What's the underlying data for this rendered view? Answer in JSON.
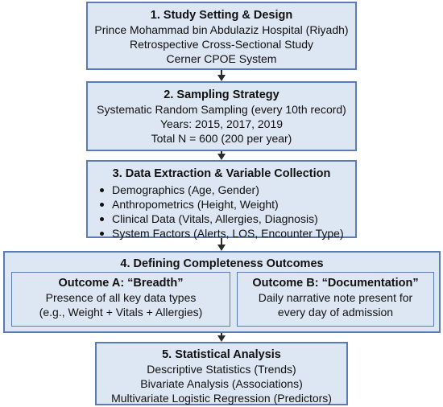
{
  "steps": {
    "s1": {
      "title": "1. Study Setting & Design",
      "lines": [
        "Prince Mohammad bin Abdulaziz Hospital (Riyadh)",
        "Retrospective Cross-Sectional Study",
        "Cerner CPOE System"
      ]
    },
    "s2": {
      "title": "2. Sampling Strategy",
      "lines": [
        "Systematic Random Sampling (every 10th record)",
        "Years: 2015, 2017, 2019",
        "Total N = 600 (200 per year)"
      ]
    },
    "s3": {
      "title": "3. Data Extraction & Variable Collection",
      "bullets": [
        "Demographics (Age, Gender)",
        "Anthropometrics (Height, Weight)",
        "Clinical Data (Vitals, Allergies, Diagnosis)",
        "System Factors (Alerts, LOS, Encounter Type)"
      ]
    },
    "s4": {
      "title": "4. Defining Completeness Outcomes",
      "outcome_a": {
        "title": "Outcome A: “Breadth”",
        "lines": [
          "Presence of all key data types",
          "(e.g., Weight + Vitals + Allergies)"
        ]
      },
      "outcome_b": {
        "title": "Outcome B: “Documentation”",
        "lines": [
          "Daily narrative note present for",
          "every day of admission"
        ]
      }
    },
    "s5": {
      "title": "5. Statistical Analysis",
      "lines": [
        "Descriptive Statistics (Trends)",
        "Bivariate Analysis (Associations)",
        "Multivariate Logistic Regression (Predictors)"
      ]
    }
  },
  "colors": {
    "box_fill": "#dde6f3",
    "box_border": "#5b7bb4",
    "arrow": "#2b2b2b"
  }
}
